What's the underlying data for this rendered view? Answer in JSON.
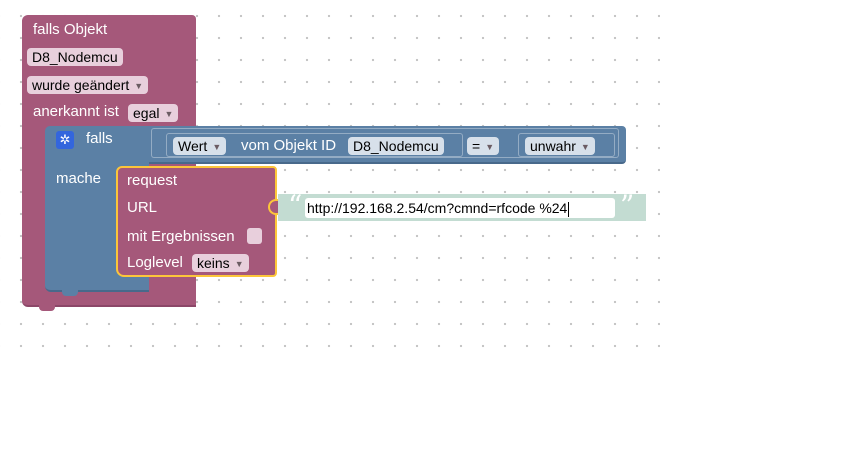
{
  "trigger": {
    "title": "falls Objekt",
    "object_id": "D8_Nodemcu",
    "event": "wurde geändert",
    "ack_label": "anerkannt ist",
    "ack_value": "egal"
  },
  "if_block": {
    "if_label": "falls",
    "do_label": "mache",
    "condition": {
      "property": "Wert",
      "of_object_label": "vom Objekt ID",
      "object_id": "D8_Nodemcu",
      "operator": "=",
      "value": "unwahr"
    }
  },
  "request": {
    "title": "request",
    "url_label": "URL",
    "url_value": "http://192.168.2.54/cm?cmnd=rfcode %24",
    "open_quote": "“",
    "close_quote": "”",
    "with_results_label": "mit Ergebnissen",
    "loglevel_label": "Loglevel",
    "loglevel_value": "keins"
  },
  "colors": {
    "trigger_block": "#a5587a",
    "if_block": "#5b80a5",
    "request_block": "#a5587a",
    "text_block": "#c3dcd2",
    "selected_outline": "#fcc63a"
  }
}
